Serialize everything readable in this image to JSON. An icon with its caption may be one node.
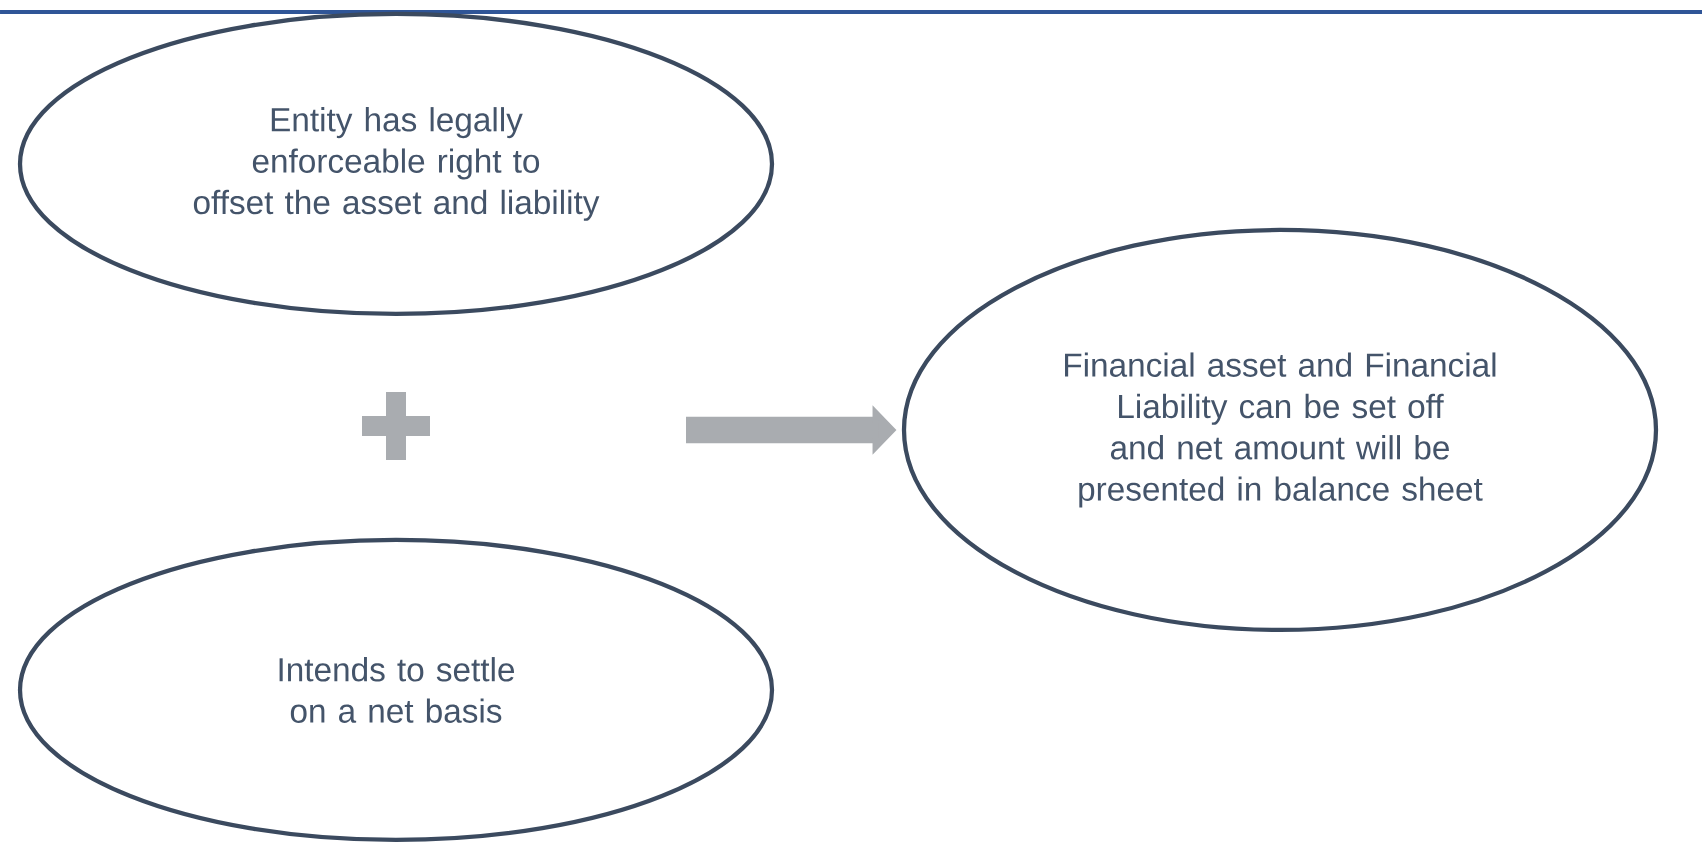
{
  "diagram": {
    "nodes": [
      {
        "text": [
          "Entity has legally enforceable right to offset the asset and liability"
        ]
      },
      {
        "text": [
          "Intends to settle on a net basis"
        ]
      },
      {
        "text": [
          "Financial asset and Financial Liability can be set off and net amount will be presented in balance sheet"
        ]
      }
    ],
    "edges": [
      {
        "from": null,
        "to": 2,
        "arrow": "to"
      }
    ]
  }
}
